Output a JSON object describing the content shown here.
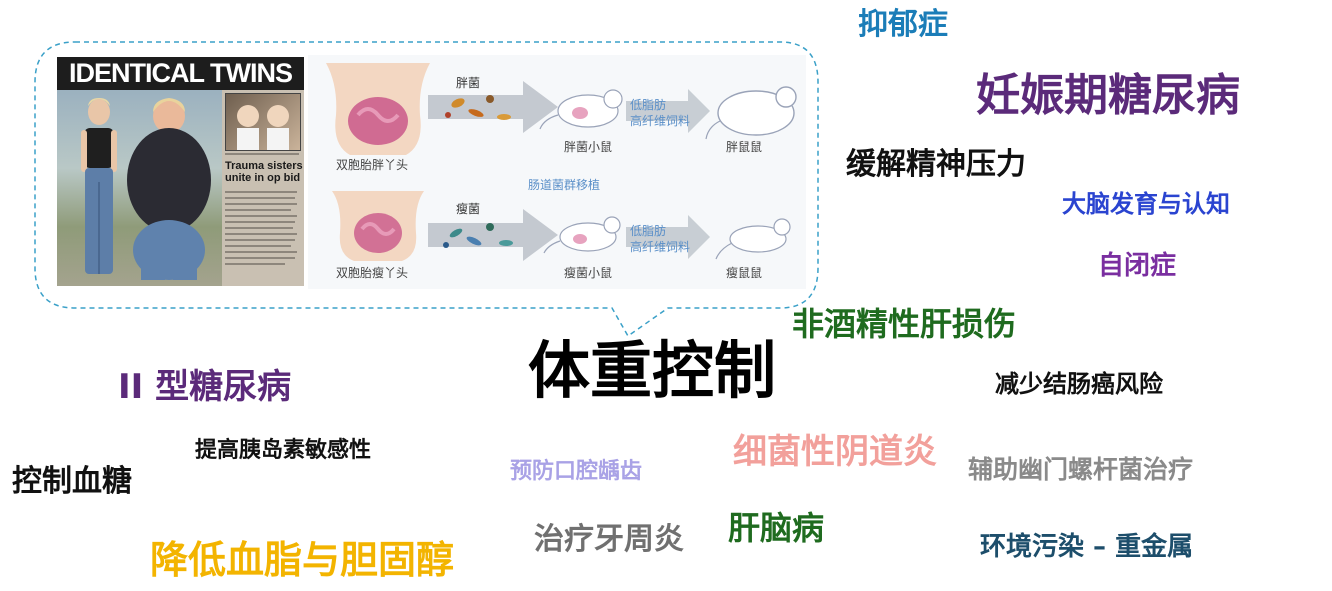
{
  "photo": {
    "headline_banner": "IDENTICAL TWINS",
    "subheadline": "Trauma sisters unite in op bid"
  },
  "diagram": {
    "fat_twin_label": "双胞胎胖丫头",
    "thin_twin_label": "双胞胎瘦丫头",
    "fat_bacteria_label": "胖菌",
    "thin_bacteria_label": "瘦菌",
    "fat_mouse_label": "胖菌小鼠",
    "thin_mouse_label": "瘦菌小鼠",
    "fat_result_label": "胖鼠鼠",
    "thin_result_label": "瘦鼠鼠",
    "diet_top_line1": "低脂肪",
    "diet_top_line2": "高纤维饲料",
    "diet_bottom_line1": "低脂肪",
    "diet_bottom_line2": "高纤维饲料",
    "transplant_label": "肠道菌群移植"
  },
  "words": [
    {
      "text": "抑郁症",
      "color": "#1b7db8"
    },
    {
      "text": "妊娠期糖尿病",
      "color": "#5b2a7a"
    },
    {
      "text": "缓解精神压力",
      "color": "#111111"
    },
    {
      "text": "大脑发育与认知",
      "color": "#2a44d0"
    },
    {
      "text": "自闭症",
      "color": "#7a2ea0"
    },
    {
      "text": "非酒精性肝损伤",
      "color": "#1f6b1f"
    },
    {
      "text": "体重控制",
      "color": "#000000"
    },
    {
      "text": "II 型糖尿病",
      "color": "#5b2a7a"
    },
    {
      "text": "减少结肠癌风险",
      "color": "#111111"
    },
    {
      "text": "提高胰岛素敏感性",
      "color": "#111111"
    },
    {
      "text": "控制血糖",
      "color": "#111111"
    },
    {
      "text": "预防口腔龋齿",
      "color": "#a9a2e6"
    },
    {
      "text": "细菌性阴道炎",
      "color": "#f2a09b"
    },
    {
      "text": "辅助幽门螺杆菌治疗",
      "color": "#8a8a8a"
    },
    {
      "text": "治疗牙周炎",
      "color": "#707070"
    },
    {
      "text": "肝脑病",
      "color": "#1f6b1f"
    },
    {
      "text": "降低血脂与胆固醇",
      "color": "#f3b400"
    },
    {
      "text": "环境污染 – 重金属",
      "color": "#1d4e6b"
    }
  ]
}
